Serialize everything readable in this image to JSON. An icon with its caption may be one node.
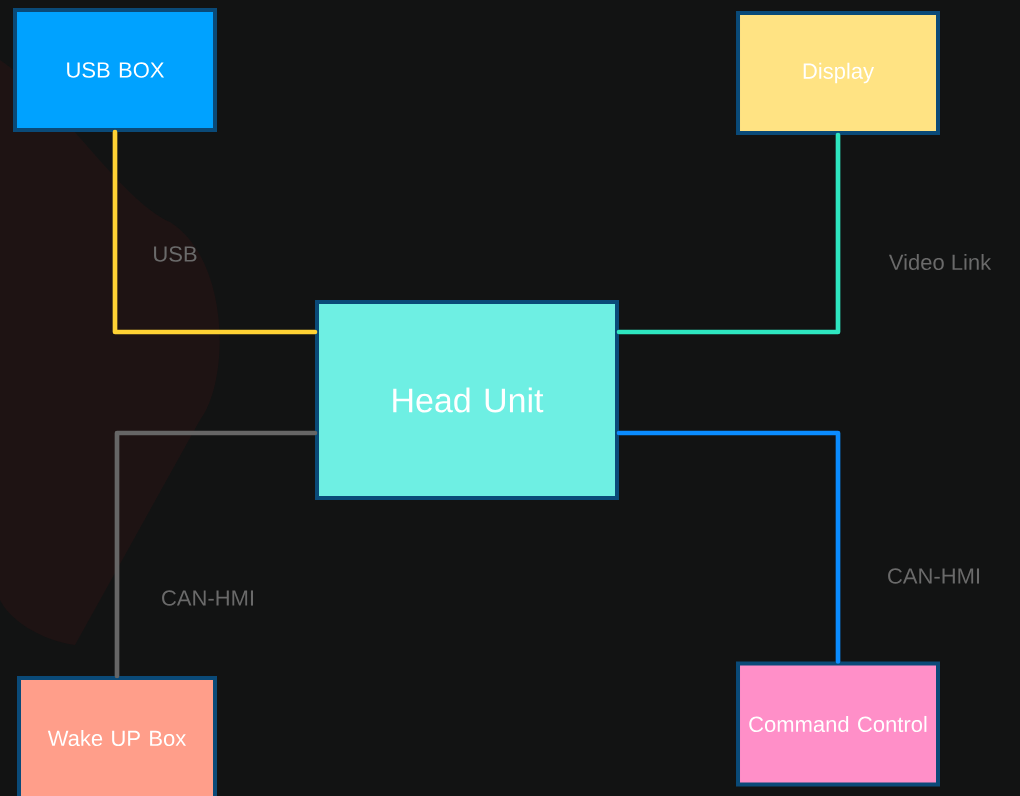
{
  "diagram": {
    "nodes": [
      {
        "text": [
          "USB BOX"
        ]
      },
      {
        "text": [
          "Display"
        ]
      },
      {
        "text": [
          "Head Unit"
        ]
      },
      {
        "text": [
          "Wake UP Box"
        ]
      },
      {
        "text": [
          "Command Control"
        ]
      }
    ],
    "edges": [
      {
        "from": 0,
        "to": 2,
        "arrow": "none",
        "label": "USB",
        "color": "#ffd234"
      },
      {
        "from": 1,
        "to": 2,
        "arrow": "none",
        "label": "Video Link",
        "color": "#2ee6c0"
      },
      {
        "from": 3,
        "to": 2,
        "arrow": "none",
        "label": "CAN-HMI",
        "color": "#666666"
      },
      {
        "from": 4,
        "to": 2,
        "arrow": "none",
        "label": "CAN-HMI",
        "color": "#0a8cff"
      }
    ]
  }
}
